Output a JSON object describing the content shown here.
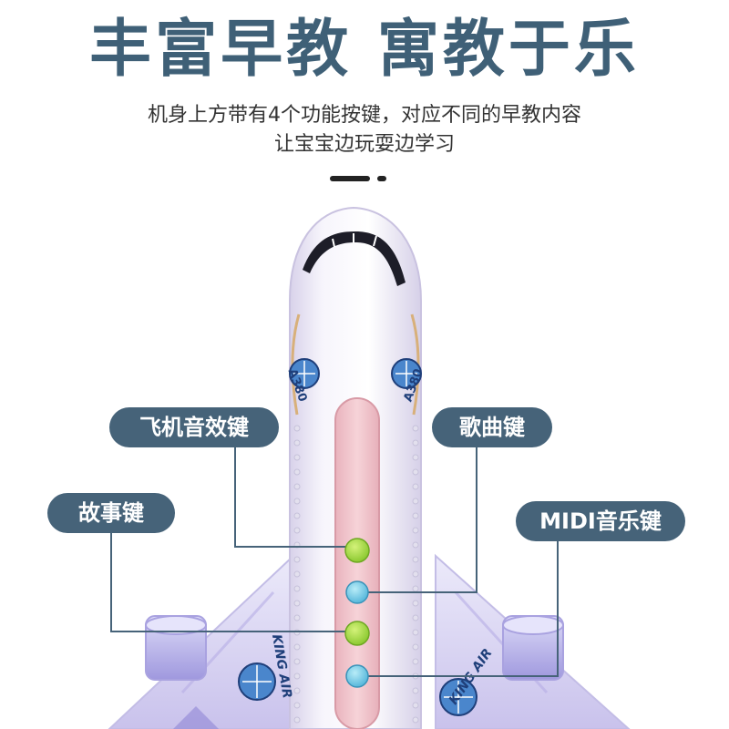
{
  "headline": "丰富早教 寓教于乐",
  "subtitle_line1": "机身上方带有4个功能按键，对应不同的早教内容",
  "subtitle_line2": "让宝宝边玩耍边学习",
  "labels": {
    "plane_sound": "飞机音效键",
    "song": "歌曲键",
    "story": "故事键",
    "midi": "MIDI音乐键"
  },
  "fuselage_badge_left": "A380",
  "fuselage_badge_right": "A380",
  "wing_logo_left": "KING AIR",
  "wing_logo_right": "KING AIR",
  "colors": {
    "title": "#3f6077",
    "tag_bg": "#466379",
    "button_green": "#9ad43a",
    "button_blue": "#6cc3e2",
    "stripe_pink": "#f2c9cf"
  }
}
